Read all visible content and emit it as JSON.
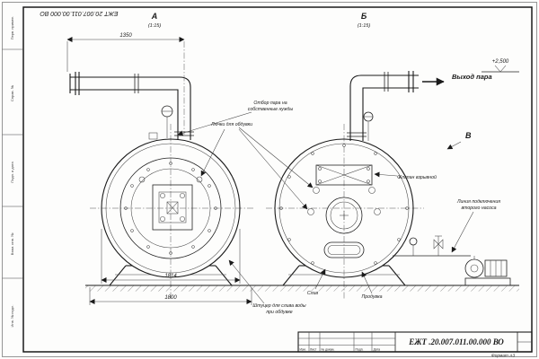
{
  "sheet": {
    "code_top": "ЕЖТ 20.007.011.00.000  ВО",
    "format_label": "Формат А3",
    "margin_labels": [
      "Перв. примен.",
      "Справ. №",
      "Подп. и дата",
      "Взам. инв. №",
      "Инв. № подл."
    ]
  },
  "views": {
    "a": {
      "label": "А",
      "scale": "(1:15)"
    },
    "b": {
      "label": "Б",
      "scale": "(1:15)"
    },
    "v": {
      "label": "В"
    }
  },
  "labels": {
    "steam_out": "Выход пара",
    "elevation": "+2,500"
  },
  "annotations": {
    "steam_own_1": "Отбор пара на",
    "steam_own_2": "собственные нужды",
    "hatches": "Лючки для обдувки",
    "explosion_valve": "Клапан взрывной",
    "pump_line_1": "Линия подключения",
    "pump_line_2": "второго насоса",
    "drain": "Слив",
    "blowdown": "Продувка",
    "sludge_1": "Штуцер для слива воды",
    "sludge_2": "при обдувке"
  },
  "dimensions": {
    "pipe_run": "1350",
    "vessel_width": "1814",
    "base_width": "1800"
  },
  "title_block": {
    "code": "ЕЖТ .20.007.011.00.000  ВО",
    "columns": [
      "Изм.",
      "Лист",
      "№ докум.",
      "Подп.",
      "Дата"
    ]
  }
}
